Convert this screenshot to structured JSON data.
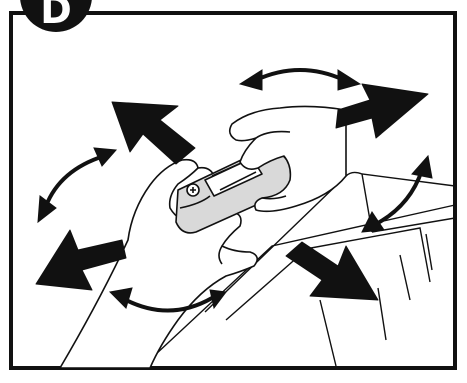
{
  "figure": {
    "step_label": "D",
    "colors": {
      "ink": "#111111",
      "paper": "#ffffff",
      "cartridge": "#d9d9d9"
    },
    "depicts": [
      "hands-holding-toner-cartridge",
      "printer-body",
      "shake-direction-arrows",
      "rocking-arrows"
    ]
  }
}
